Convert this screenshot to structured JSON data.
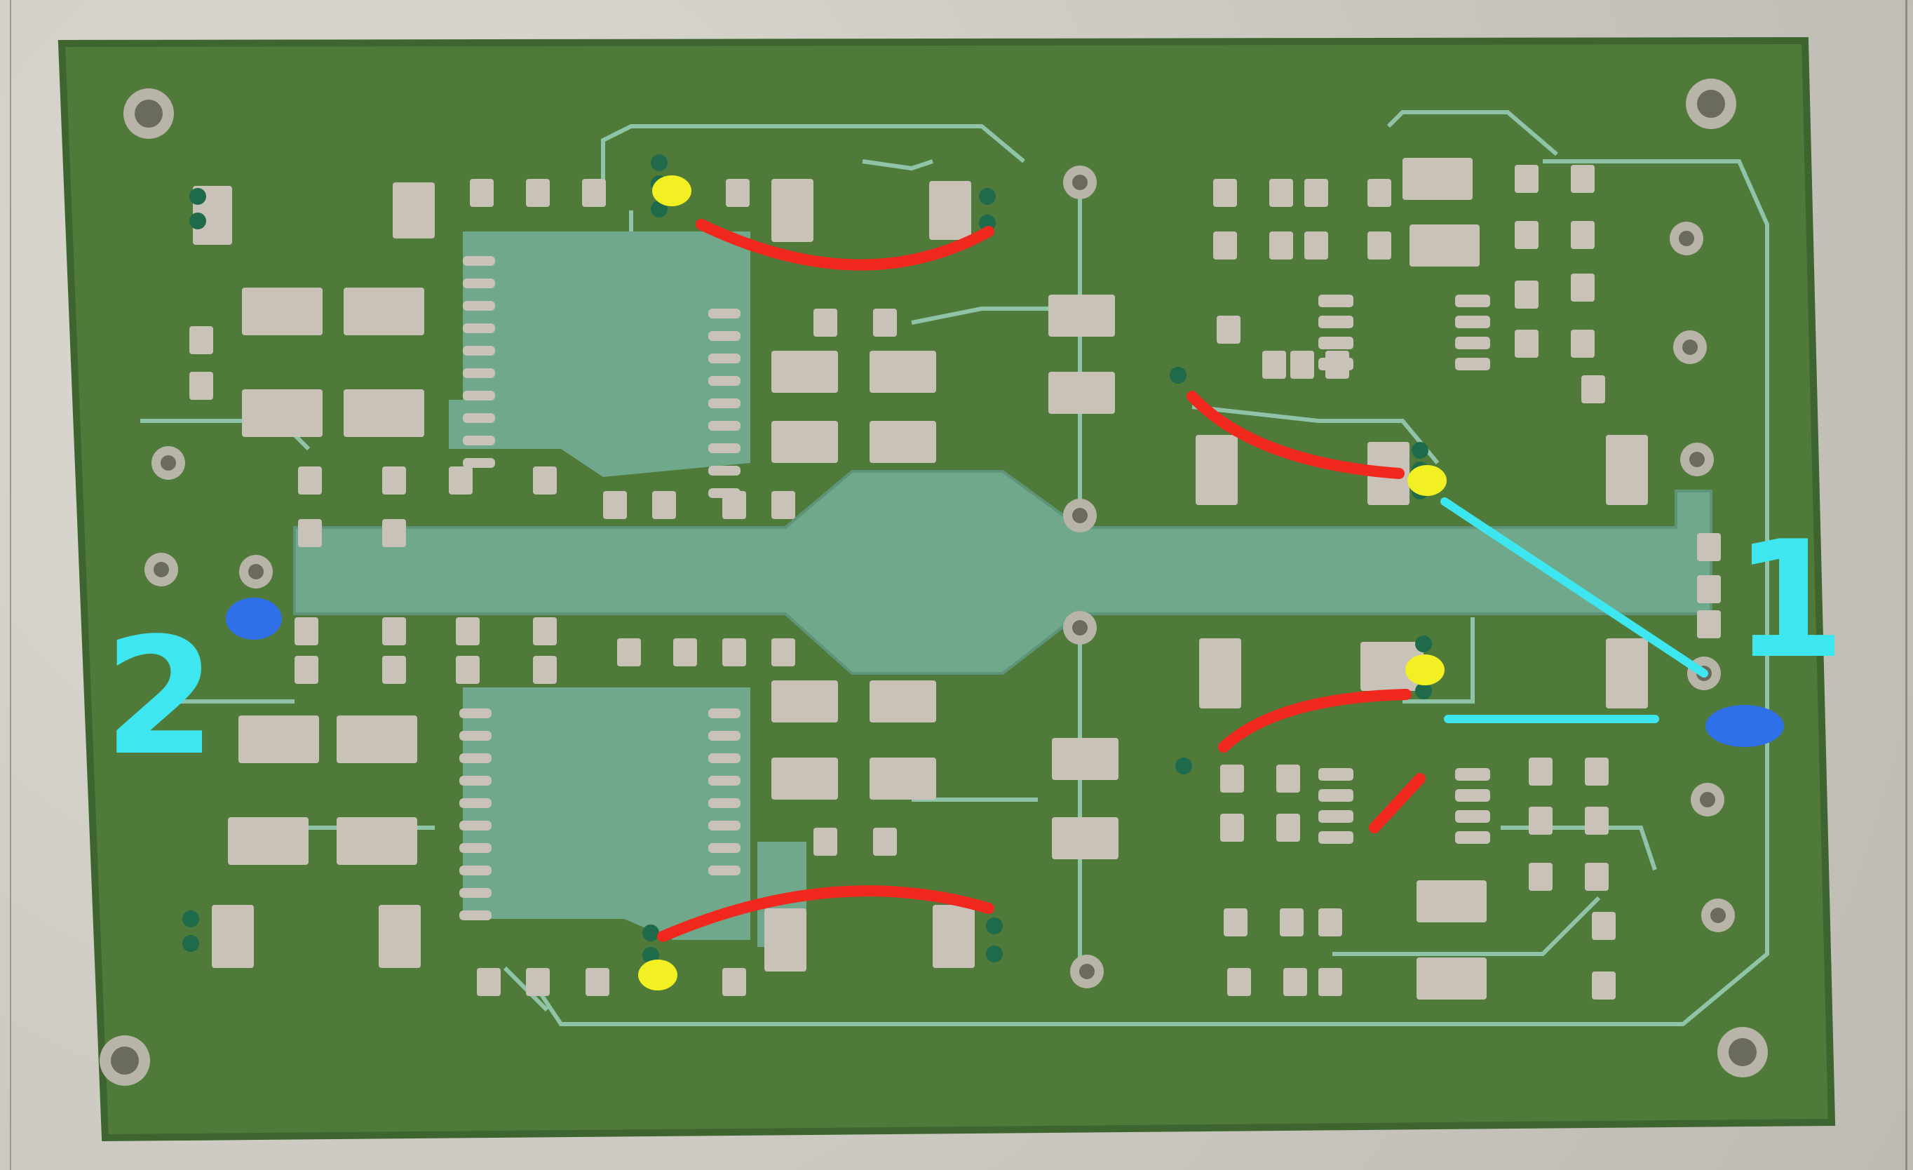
{
  "image": {
    "subject": "pcb",
    "colors": {
      "board": "#4f7a3a",
      "board_edge": "#3e6530",
      "copper_pour": "#6fa88a",
      "trace": "#8fc4a8",
      "pad": "#c9c2b8",
      "hole_ring": "#b9b4a8",
      "hole": "#6b6a5f",
      "annotation_red": "#f0281e",
      "annotation_yellow": "#f2ef22",
      "annotation_cyan": "#3ee7ef",
      "annotation_blue": "#2f6fe8"
    }
  },
  "annotations": {
    "port_1_label": "1",
    "port_2_label": "2"
  }
}
